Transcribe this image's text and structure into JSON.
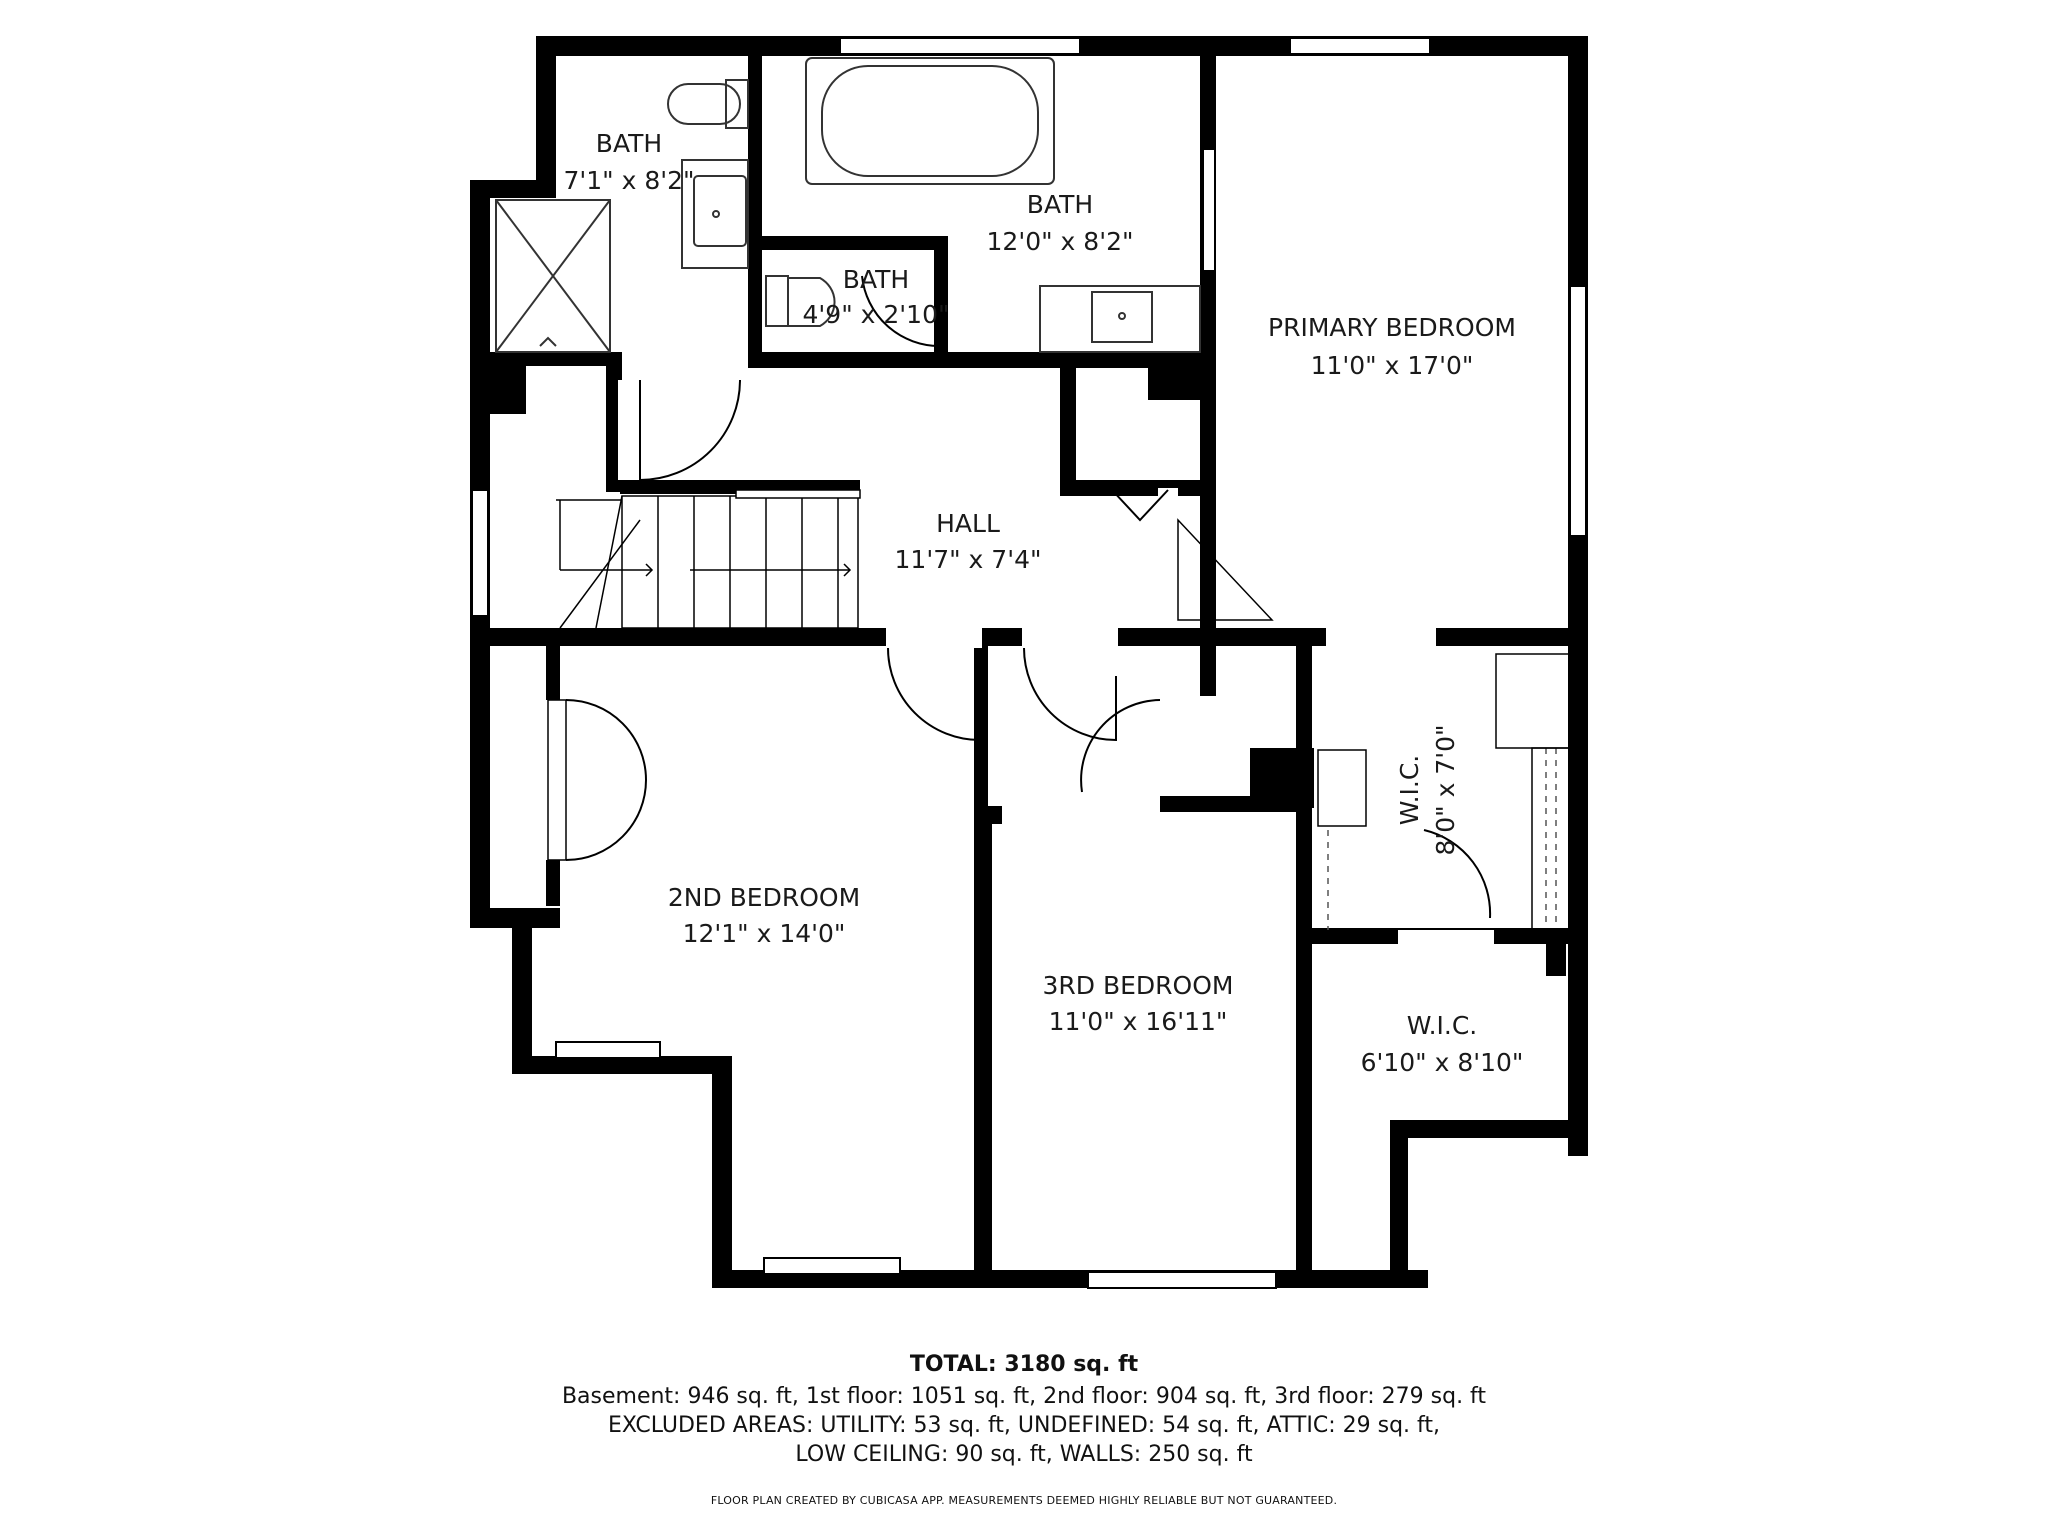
{
  "rooms": {
    "bath_left": {
      "name": "BATH",
      "dims": "7'1\" x 8'2\""
    },
    "bath_main": {
      "name": "BATH",
      "dims": "12'0\" x 8'2\""
    },
    "bath_small": {
      "name": "BATH",
      "dims": "4'9\" x 2'10\""
    },
    "primary": {
      "name": "PRIMARY BEDROOM",
      "dims": "11'0\" x 17'0\""
    },
    "hall": {
      "name": "HALL",
      "dims": "11'7\" x 7'4\""
    },
    "second": {
      "name": "2ND BEDROOM",
      "dims": "12'1\" x 14'0\""
    },
    "third": {
      "name": "3RD BEDROOM",
      "dims": "11'0\" x 16'11\""
    },
    "wic_upper": {
      "name": "W.I.C.",
      "dims": "8'0\" x 7'0\""
    },
    "wic_lower": {
      "name": "W.I.C.",
      "dims": "6'10\" x 8'10\""
    }
  },
  "legend": {
    "total": "TOTAL: 3180 sq. ft",
    "line1": "Basement: 946 sq. ft, 1st floor: 1051 sq. ft, 2nd floor: 904 sq. ft, 3rd floor: 279 sq. ft",
    "line2": "EXCLUDED AREAS: UTILITY: 53 sq. ft, UNDEFINED: 54 sq. ft, ATTIC: 29 sq. ft,",
    "line3": "LOW CEILING: 90 sq. ft, WALLS: 250 sq. ft",
    "footer": "FLOOR PLAN CREATED BY CUBICASA APP. MEASUREMENTS DEEMED HIGHLY RELIABLE BUT NOT GUARANTEED."
  },
  "colors": {
    "wall": "#000000",
    "fixture_stroke": "#333333",
    "background": "#ffffff"
  }
}
